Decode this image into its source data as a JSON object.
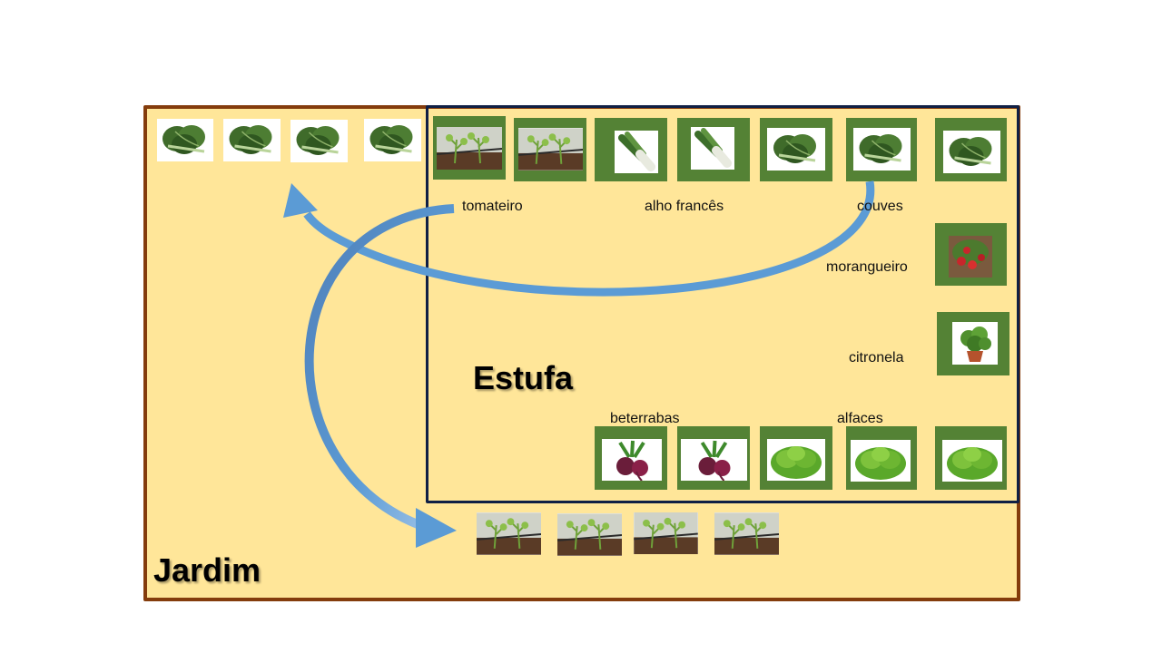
{
  "labels": {
    "garden_title": "Jardim",
    "greenhouse_title": "Estufa",
    "tomato": "tomateiro",
    "leek": "alho francês",
    "cabbage": "couves",
    "strawberry": "morangueiro",
    "citronella": "citronela",
    "beet": "beterrabas",
    "lettuce": "alfaces"
  },
  "colors": {
    "garden_fill": "#ffe699",
    "garden_border": "#843c0c",
    "greenhouse_border": "#0f1f45",
    "tile_green": "#548235",
    "arrow_blue": "#5b9bd5"
  },
  "icons": {
    "cabbage": "cabbage-icon",
    "tomato": "tomato-plant-icon",
    "leek": "leek-icon",
    "strawberry": "strawberry-plant-icon",
    "citronella": "potted-plant-icon",
    "beet": "beetroot-icon",
    "lettuce": "lettuce-icon",
    "arrow": "curved-arrow-icon"
  }
}
